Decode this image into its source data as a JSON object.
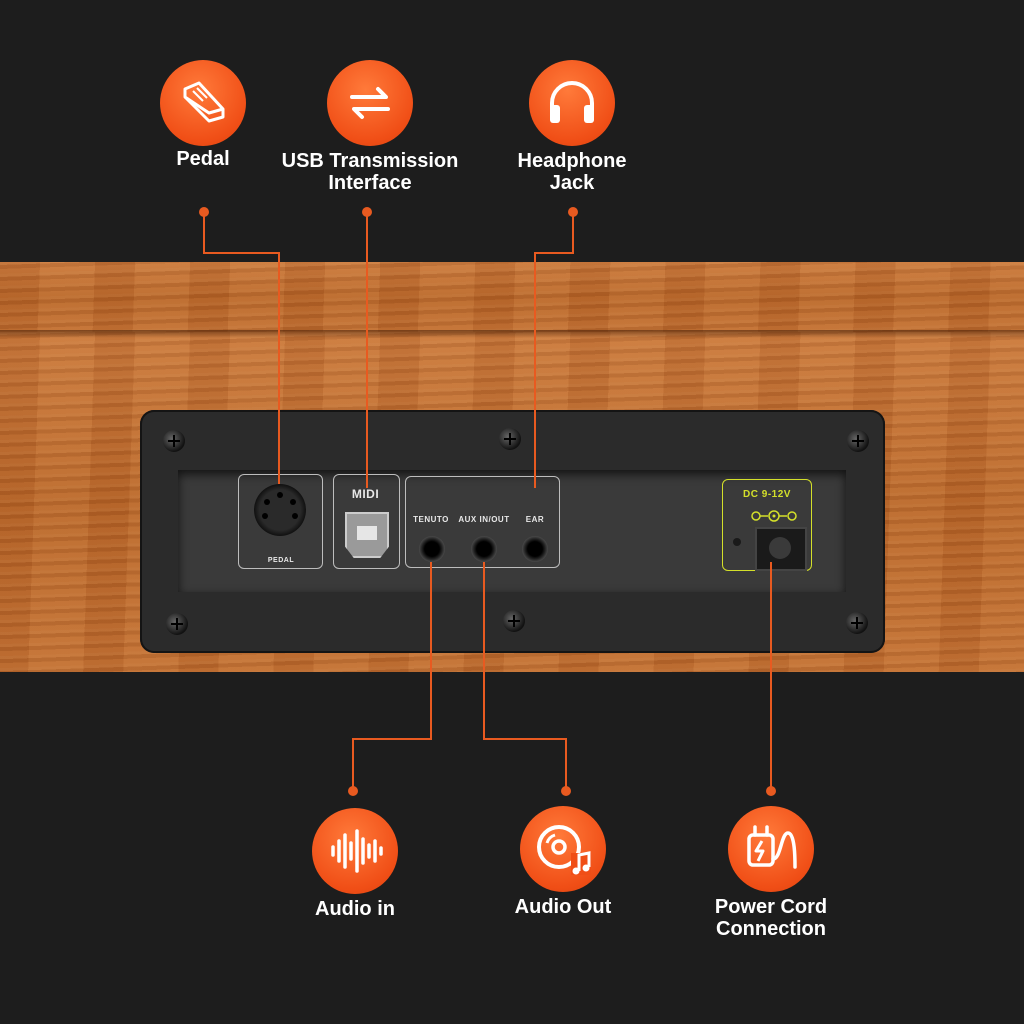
{
  "callouts": {
    "pedal": "Pedal",
    "usb_line1": "USB Transmission",
    "usb_line2": "Interface",
    "headphone_line1": "Headphone",
    "headphone_line2": "Jack",
    "audio_in": "Audio in",
    "audio_out": "Audio Out",
    "power_line1": "Power Cord",
    "power_line2": "Connection"
  },
  "panel": {
    "pedal_label": "PEDAL",
    "midi_label": "MIDI",
    "tenuto_label": "TENUTO",
    "aux_label": "AUX IN/OUT",
    "ear_label": "EAR",
    "dc_label": "DC 9-12V"
  },
  "icons": {
    "pedal": "pedal-icon",
    "usb": "transfer-arrows-icon",
    "headphone": "headphone-icon",
    "audio_in": "sound-wave-icon",
    "audio_out": "disc-music-icon",
    "power": "plug-icon"
  },
  "colors": {
    "accent": "#f04e16",
    "background": "#1d1d1d",
    "wood": "#b86528",
    "dc_box": "#d4e02a"
  }
}
